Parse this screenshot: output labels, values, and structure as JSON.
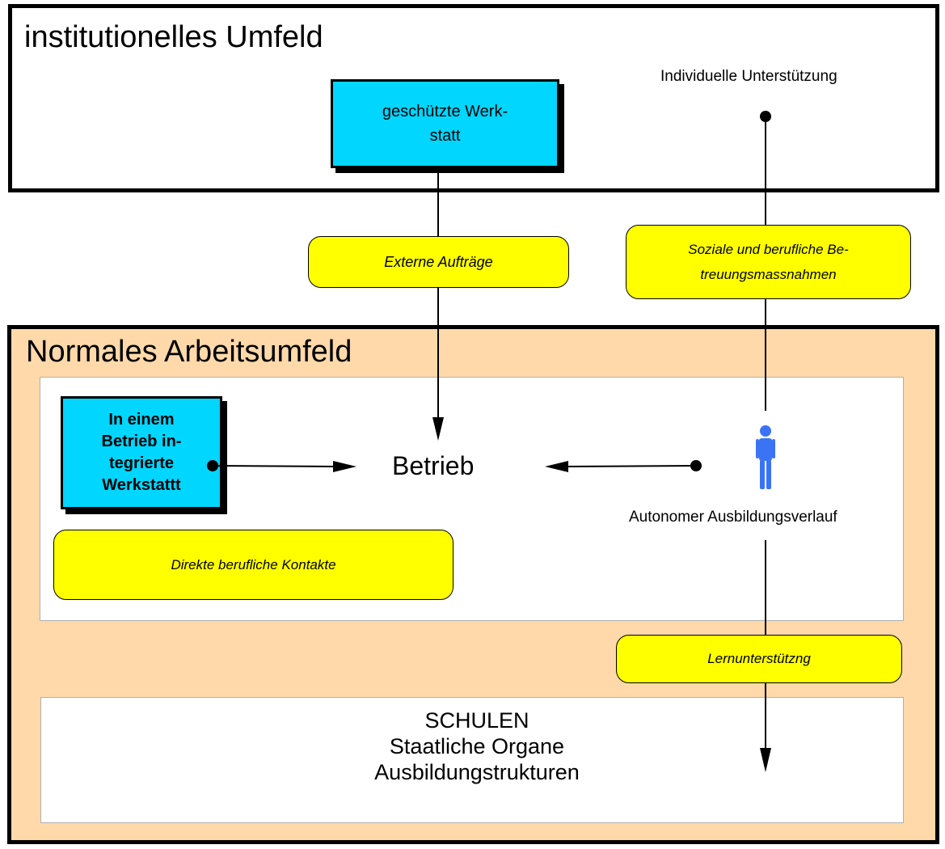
{
  "regions": {
    "institutional": {
      "title": "institutionelles Umfeld"
    },
    "normal": {
      "title": "Normales Arbeitsumfeld"
    }
  },
  "boxes": {
    "geschuetzte_werkstatt": {
      "line1": "geschützte Werk-",
      "line2": "statt"
    },
    "integrierte_werkstatt": {
      "line1": "In einem",
      "line2": "Betrieb in-",
      "line3": "tegrierte",
      "line4": "Werkstattt"
    }
  },
  "pills": {
    "externe_auftraege": "Externe Aufträge",
    "soziale_line1": "Soziale und berufliche Be-",
    "soziale_line2": "treuungsmassnahmen",
    "direkte_kontakte": "Direkte berufliche Kontakte",
    "lernunterstuetzung": "Lernunterstützng"
  },
  "labels": {
    "individuelle_unterstuetzung": "Individuelle Unterstützung",
    "betrieb": "Betrieb",
    "autonomer_verlauf": "Autonomer Ausbildungsverlauf"
  },
  "schulen": {
    "line1": "SCHULEN",
    "line2": "Staatliche Organe",
    "line3": "Ausbildungstrukturen"
  },
  "colors": {
    "cyan": "#00d6ff",
    "yellow": "#ffff00",
    "peach": "#ffd9aa",
    "person": "#3b73f5"
  }
}
